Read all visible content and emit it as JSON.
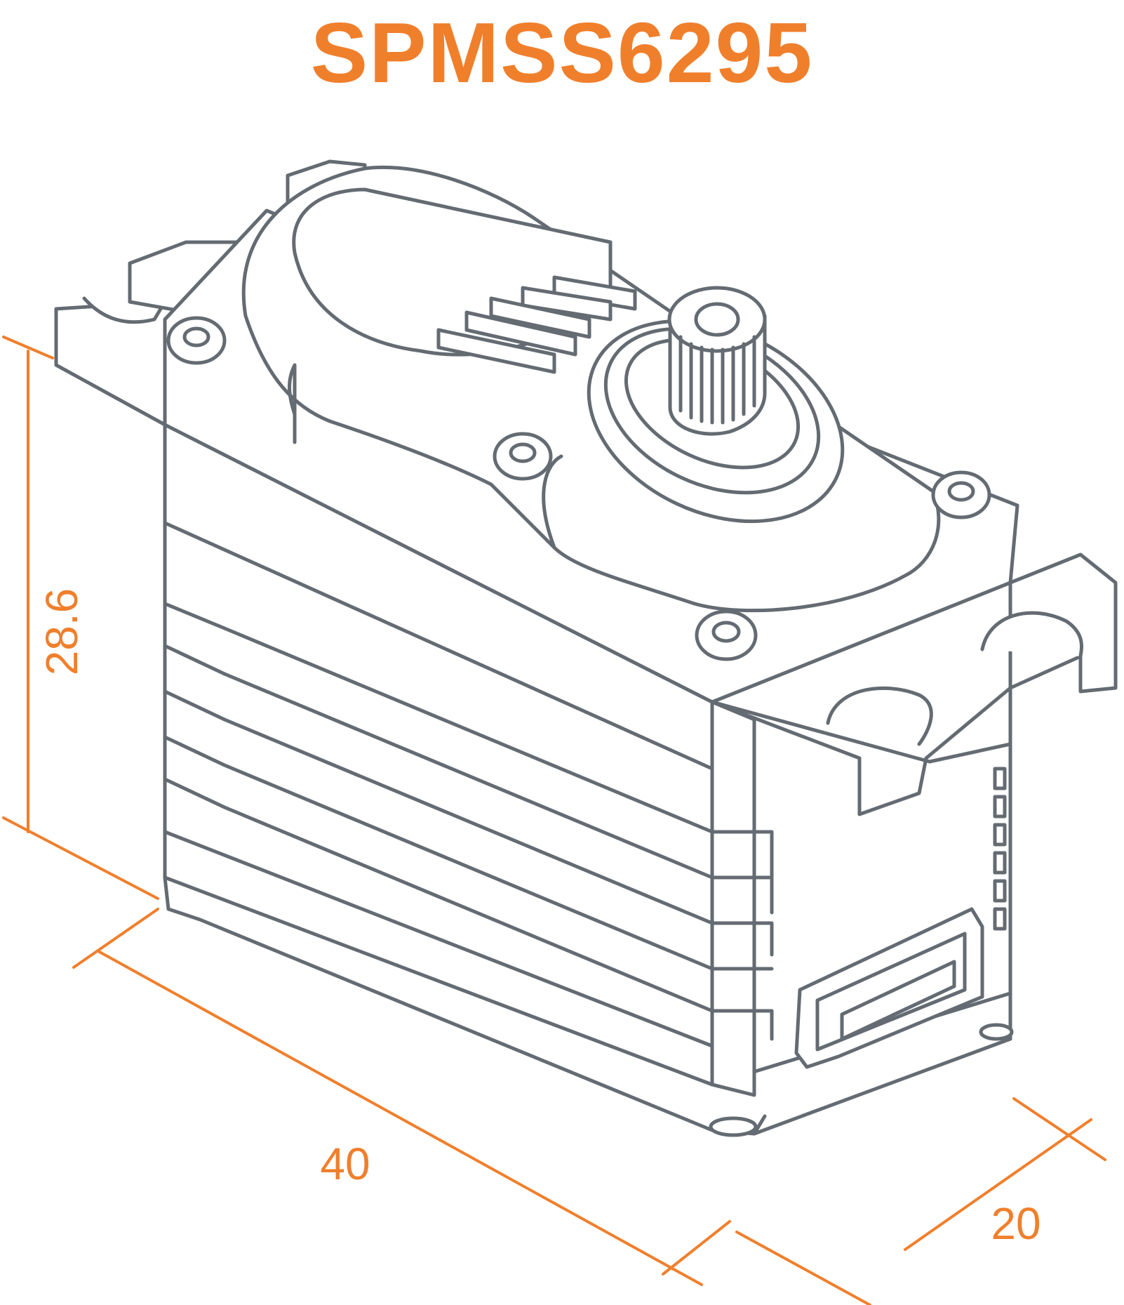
{
  "title": "SPMSS6295",
  "colors": {
    "accent": "#f07f2c",
    "line": "#646b72",
    "background": "#ffffff"
  },
  "dimensions": {
    "height": "28.6",
    "length": "40",
    "width": "20"
  }
}
